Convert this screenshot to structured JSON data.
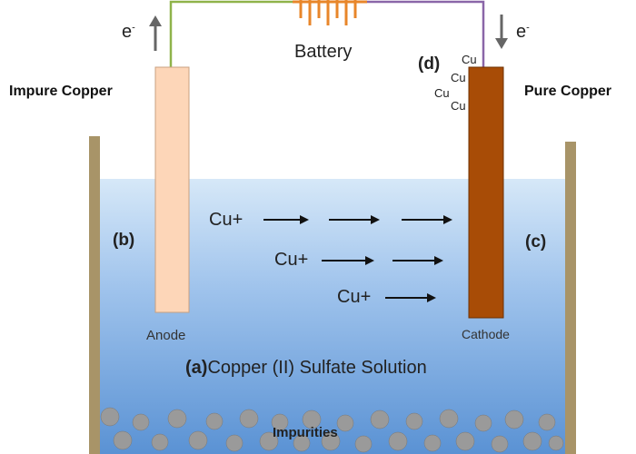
{
  "labels": {
    "electron_left": "e",
    "electron_right": "e",
    "electron_charge": "-",
    "battery": "Battery",
    "impure_copper": "Impure Copper",
    "pure_copper": "Pure Copper",
    "d_marker": "(d)",
    "b_marker": "(b)",
    "c_marker": "(c)",
    "a_marker": "(a)",
    "solution": "Copper (II) Sulfate Solution",
    "anode": "Anode",
    "cathode": "Cathode",
    "impurities": "Impurities"
  },
  "ions": [
    "Cu+",
    "Cu+",
    "Cu+"
  ],
  "deposited_atoms": [
    "Cu",
    "Cu",
    "Cu",
    "Cu"
  ],
  "colors": {
    "solution_top": "#d6e8f8",
    "solution_bottom": "#5a92d4",
    "tank_wall": "#a89468",
    "anode_fill": "#fdd6b8",
    "cathode_fill": "#a84c06",
    "wire_left": "#8fb34a",
    "wire_right": "#8a66a8",
    "battery_plates": "#e8862a",
    "impurity_particles": "#9a9a9a"
  }
}
